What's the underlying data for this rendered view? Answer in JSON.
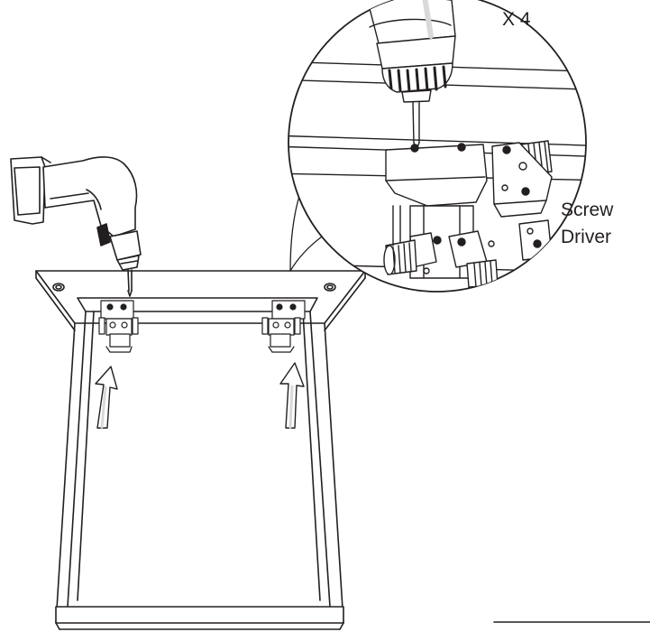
{
  "labels": {
    "quantity": "X 4",
    "tool_line1": "Screw",
    "tool_line2": "Driver"
  },
  "colors": {
    "line": "#231f20",
    "shade": "#d9d9d9",
    "fill": "#ffffff"
  }
}
